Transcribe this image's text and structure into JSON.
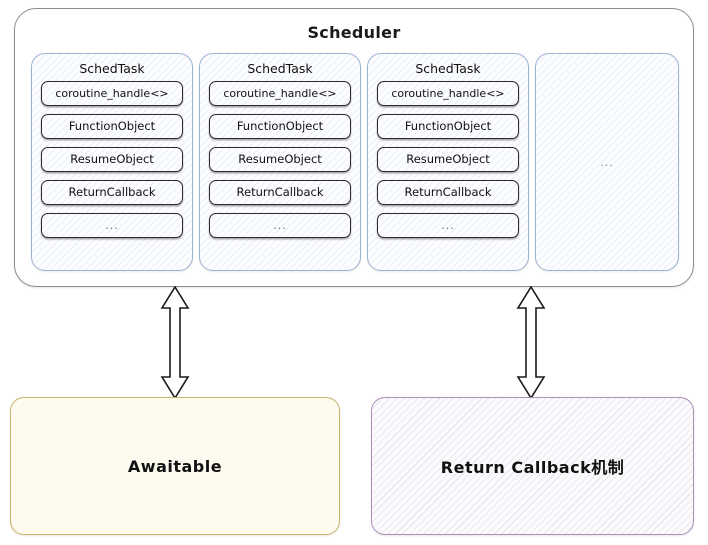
{
  "diagram": {
    "title": "Scheduler",
    "scheduler": {
      "label": "Scheduler",
      "columns": [
        {
          "title": "SchedTask",
          "fields": [
            "coroutine_handle<>",
            "FunctionObject",
            "ResumeObject",
            "ReturnCallback",
            "..."
          ]
        },
        {
          "title": "SchedTask",
          "fields": [
            "coroutine_handle<>",
            "FunctionObject",
            "ResumeObject",
            "ReturnCallback",
            "..."
          ]
        },
        {
          "title": "SchedTask",
          "fields": [
            "coroutine_handle<>",
            "FunctionObject",
            "ResumeObject",
            "ReturnCallback",
            "..."
          ]
        }
      ],
      "placeholder_column": {
        "label": "..."
      }
    },
    "connectors": [
      {
        "name": "scheduler-to-awaitable",
        "style": "double-headed-vertical"
      },
      {
        "name": "scheduler-to-return-callback",
        "style": "double-headed-vertical"
      }
    ],
    "bottom_boxes": [
      {
        "label": "Awaitable",
        "border_color": "#cbb46a",
        "fill_color": "#fdfbef"
      },
      {
        "label": "Return Callback机制",
        "border_color": "#a98fba",
        "fill_color": "#fbfafc"
      }
    ],
    "colors": {
      "scheduler_border": "#8d8d8d",
      "task_column_border": "#9cb4d4",
      "field_border": "#2b2b2b",
      "awaitable_border": "#cbb46a",
      "return_callback_border": "#a98fba",
      "arrow_stroke": "#1a1a1a",
      "arrow_fill": "#ffffff",
      "canvas_background": "#ffffff"
    }
  }
}
